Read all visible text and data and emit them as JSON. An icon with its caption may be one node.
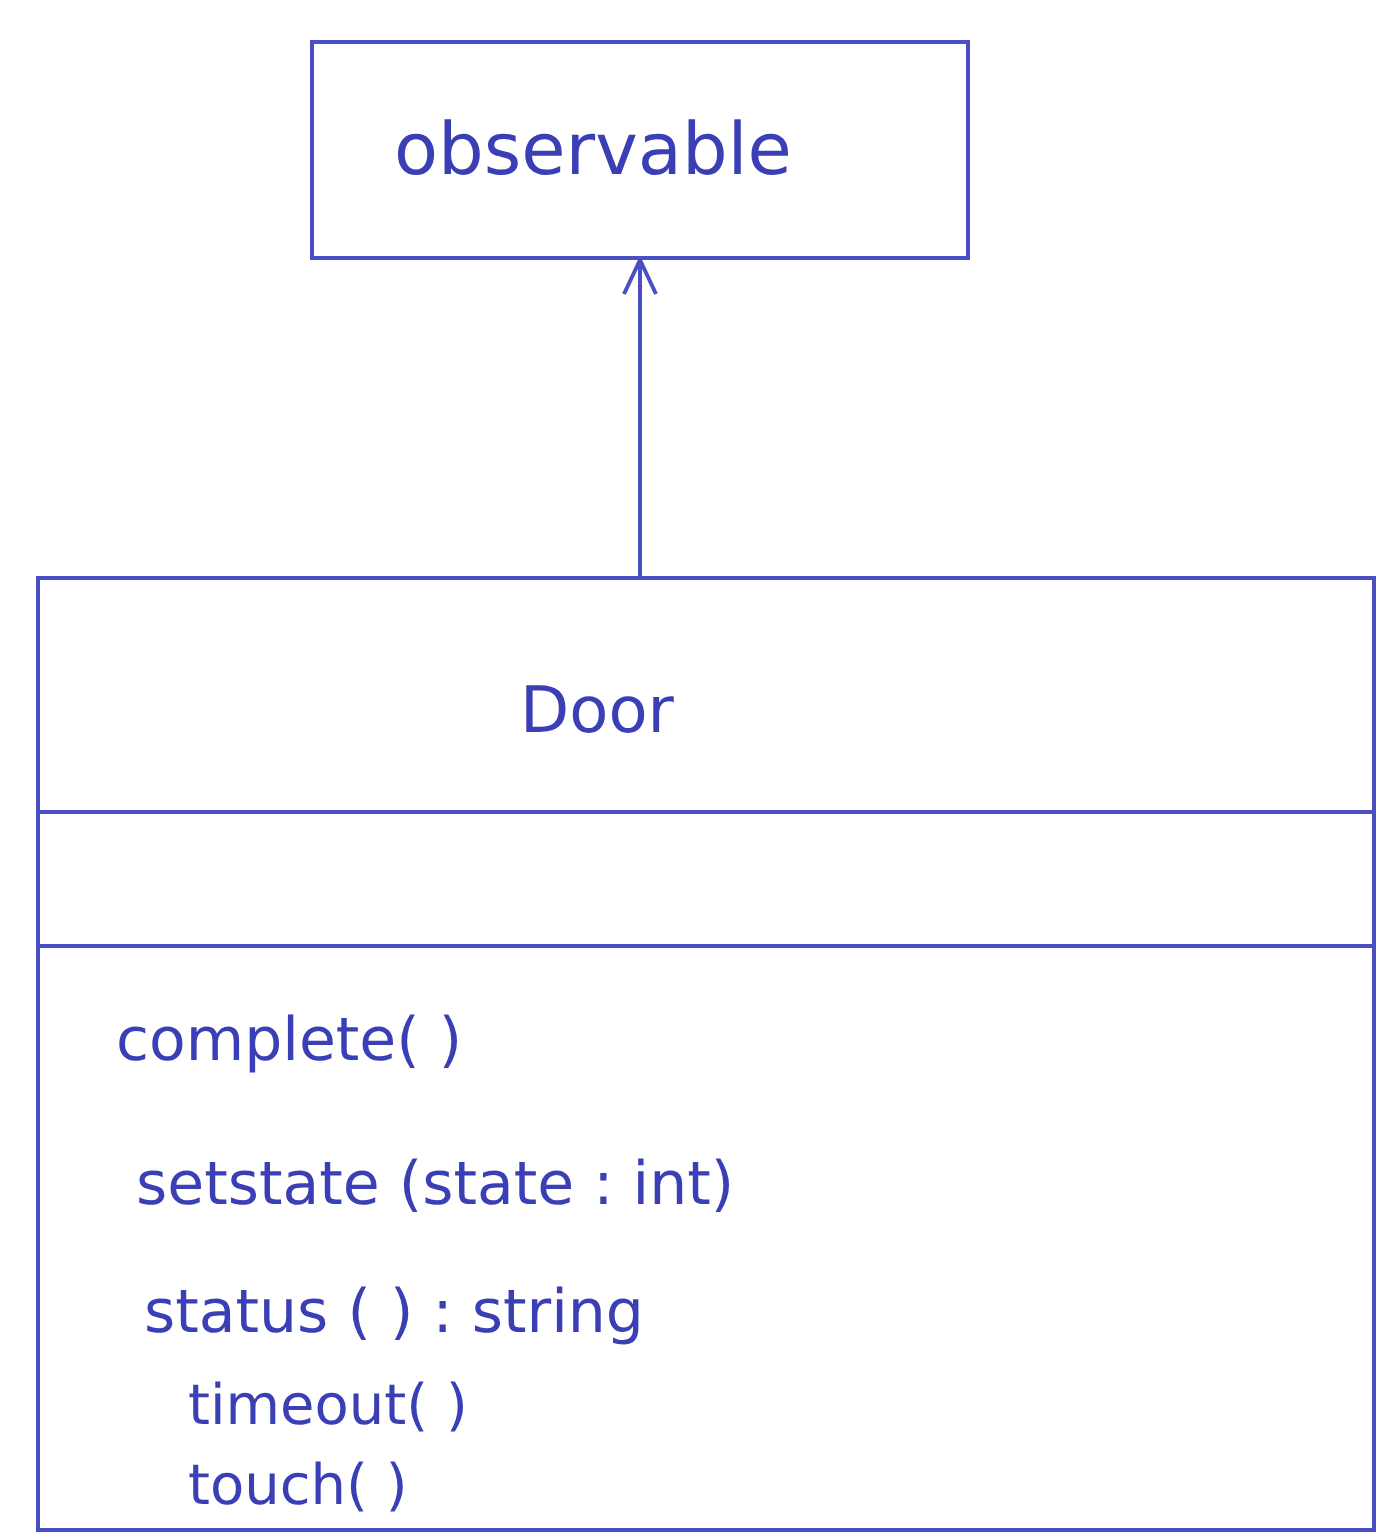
{
  "diagram": {
    "nodes": [
      {
        "text": [
          "observable"
        ]
      },
      {
        "text": [
          "Door",
          "complete( )",
          "setstate (state : int)",
          "status ( ) : string",
          "timeout( )",
          "touch( )"
        ]
      }
    ],
    "edges": [
      {
        "from": 1,
        "to": 0,
        "arrow": "to"
      }
    ]
  }
}
